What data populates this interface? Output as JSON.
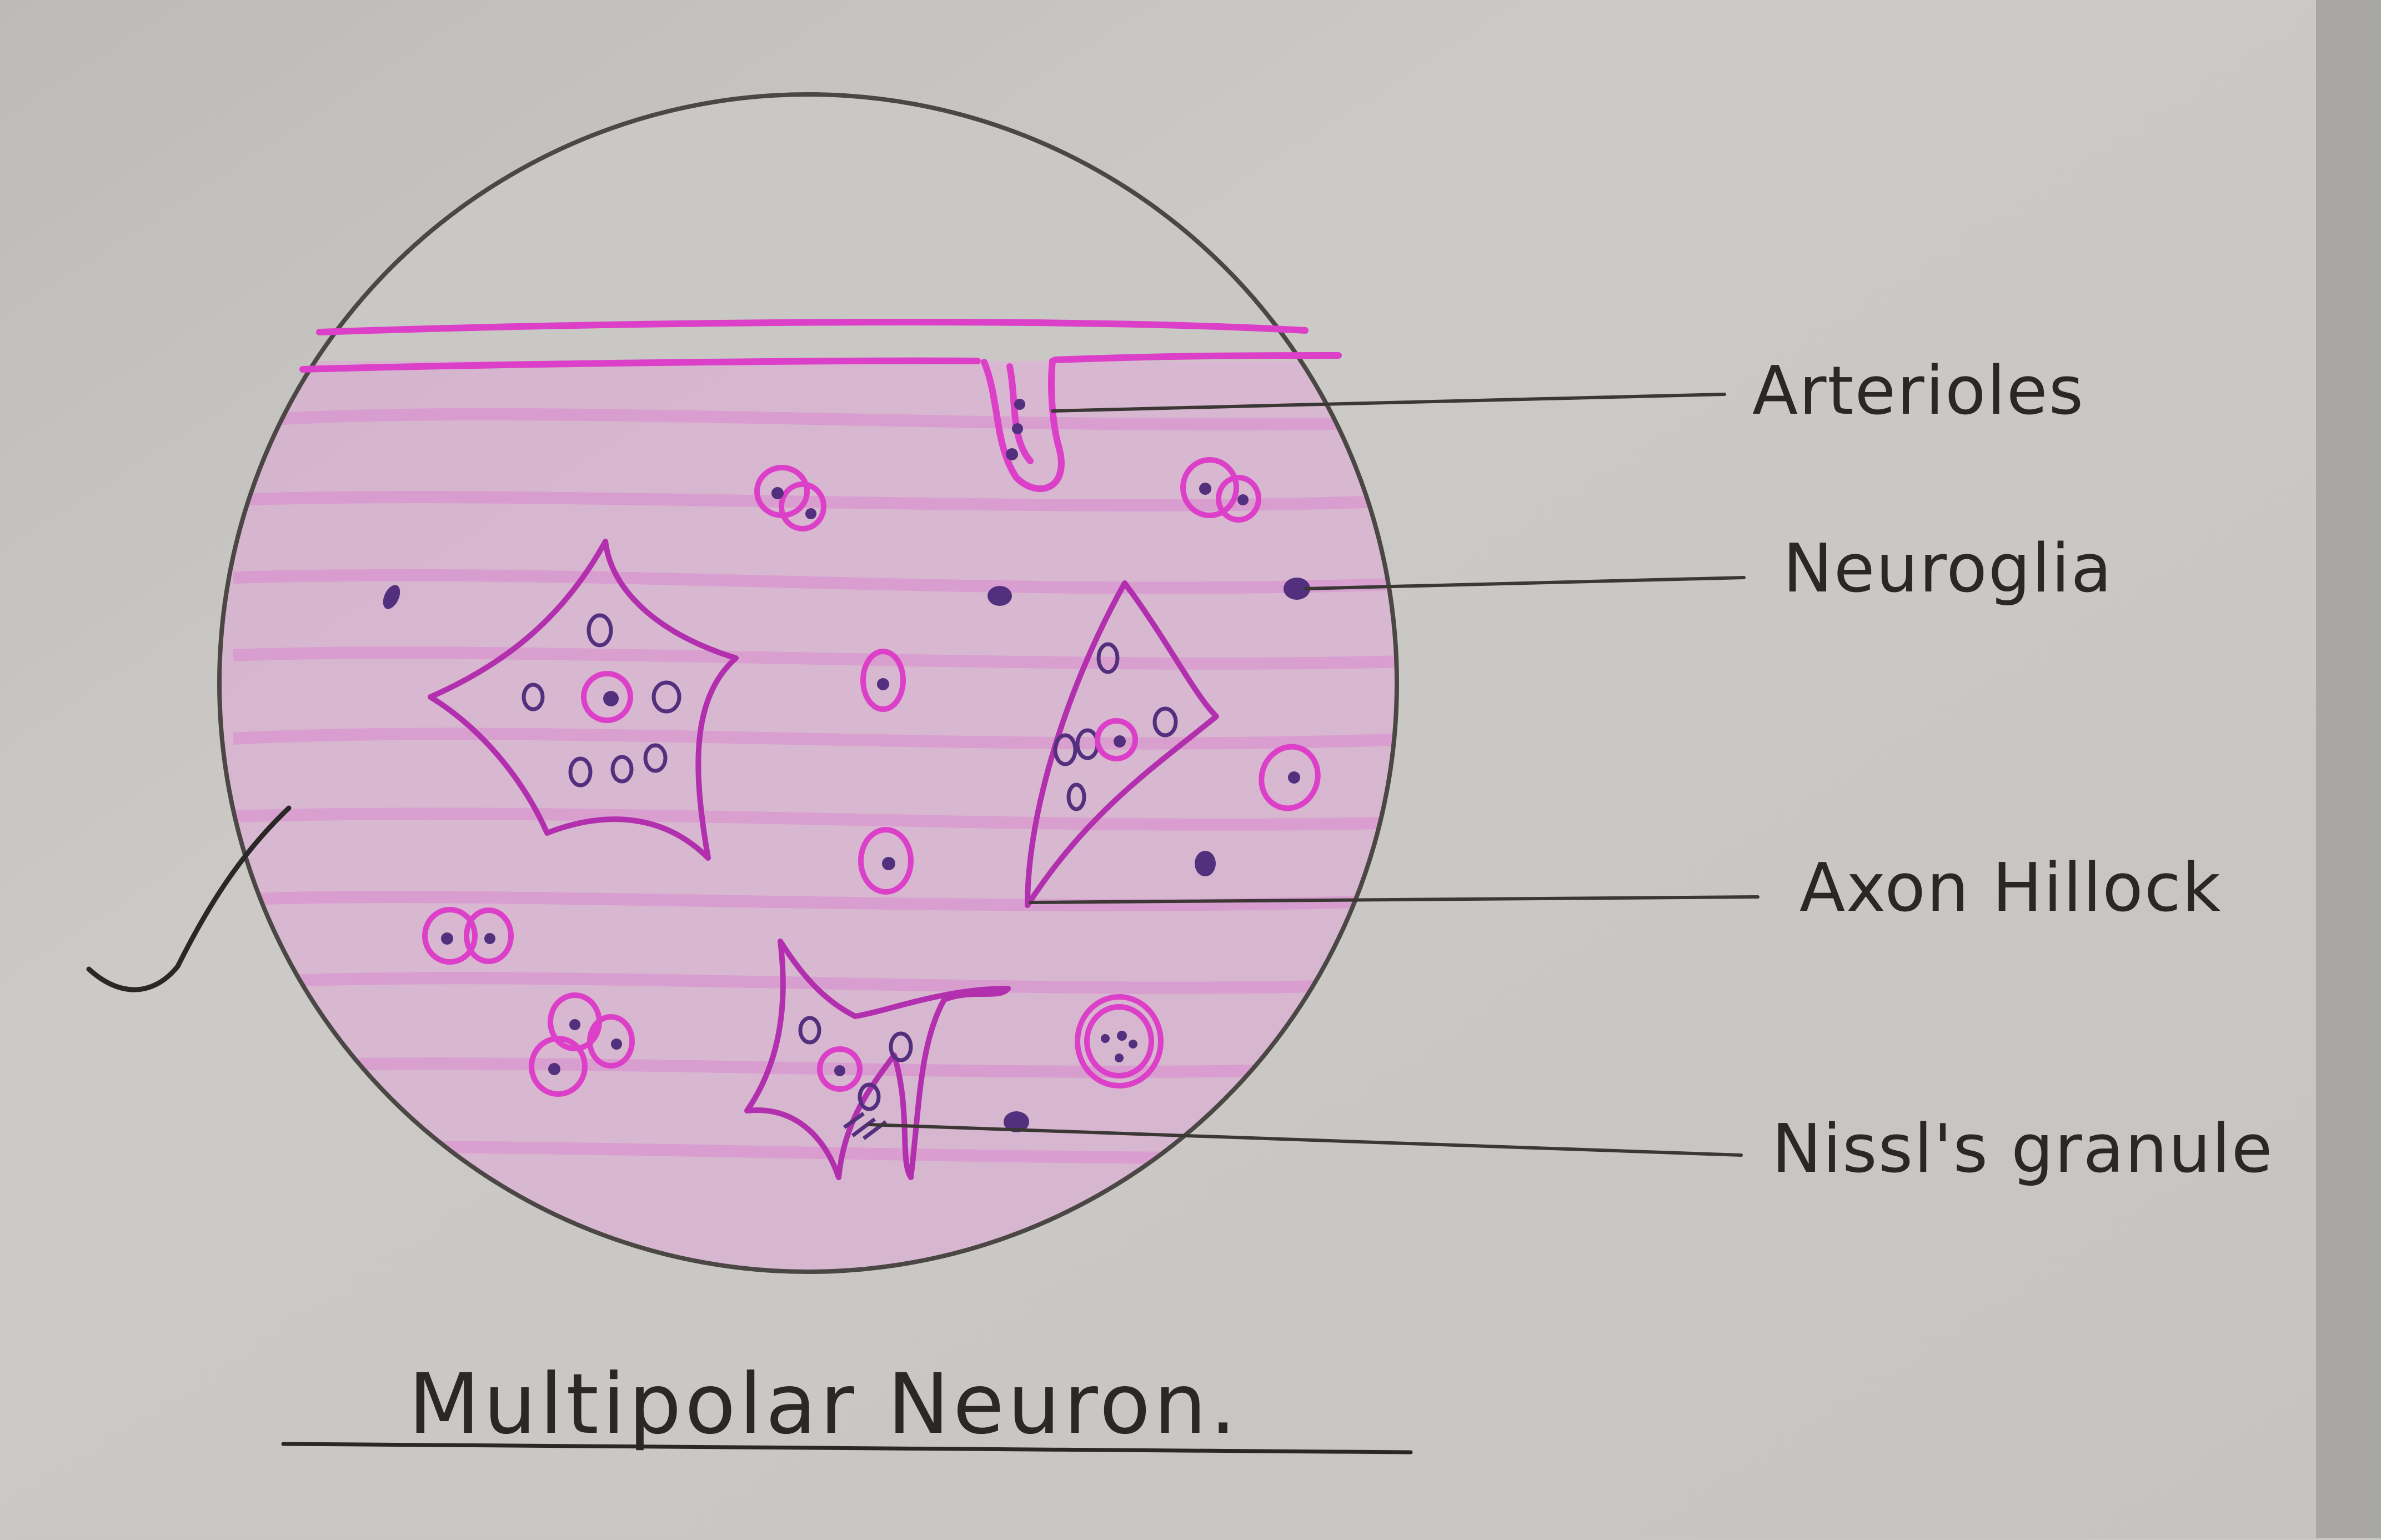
{
  "title": "Multipolar Neuron.",
  "labels": {
    "arterioles": "Arterioles",
    "neuroglia": "Neuroglia",
    "axon_hillock": "Axon Hillock",
    "nissls_granule": "Nissl's granule"
  },
  "colors": {
    "paper": "#c9c7c3",
    "pencil": "#4a4744",
    "ink": "#2a2726",
    "pink_stain": "#dc3fc8",
    "tissue_wash": "#e2a9d9",
    "purple_nucleus": "#52307e"
  },
  "icons": {
    "tick": "check-mark-icon"
  }
}
